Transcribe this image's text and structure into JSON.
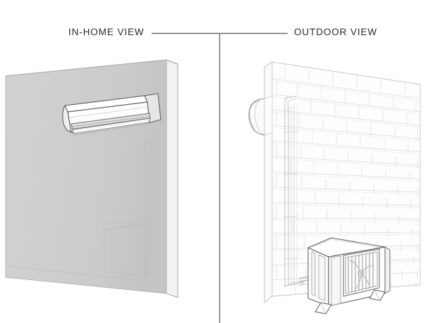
{
  "diagram": {
    "title_left": "IN-HOME VIEW",
    "title_right": "OUTDOOR VIEW",
    "background_color": "#ffffff",
    "label_color": "#2b2b2b",
    "divider_color": "#6e6e6e",
    "colors": {
      "wall_face_gray": "#cdcdcd",
      "wall_face_gray_dark": "#c2c2c2",
      "wall_edge_white": "#f4f4f4",
      "wall_side_white": "#ededed",
      "outline_dark": "#4a4a4a",
      "outline_mid": "#8c8c8c",
      "brick_line": "#d8dbdd",
      "brick_line_light": "#e6e9ea",
      "ghost_line": "#bdbdbd",
      "unit_fill_white": "#ffffff",
      "unit_shade": "#e8e8e8",
      "unit_shade_deep": "#d4d4d4",
      "conduit_line": "#c9ccce"
    },
    "left_panel": {
      "name": "in-home-view",
      "subject": "interior-wall-with-wall-mounted-indoor-unit",
      "elements": [
        "interior-wall-panel",
        "wall-thickness-edge",
        "indoor-air-handler-unit",
        "indoor-unit-louver-vent",
        "ghosted-outdoor-unit-through-wall",
        "ghosted-conduit-through-wall"
      ]
    },
    "right_panel": {
      "name": "outdoor-view",
      "subject": "exterior-brick-wall-with-condenser",
      "elements": [
        "exterior-brick-wall-panel",
        "brick-course-pattern",
        "indoor-unit-rear-profile",
        "refrigerant-line-conduit",
        "outdoor-condenser-unit",
        "condenser-fan-grille",
        "condenser-mounting-feet"
      ]
    }
  }
}
